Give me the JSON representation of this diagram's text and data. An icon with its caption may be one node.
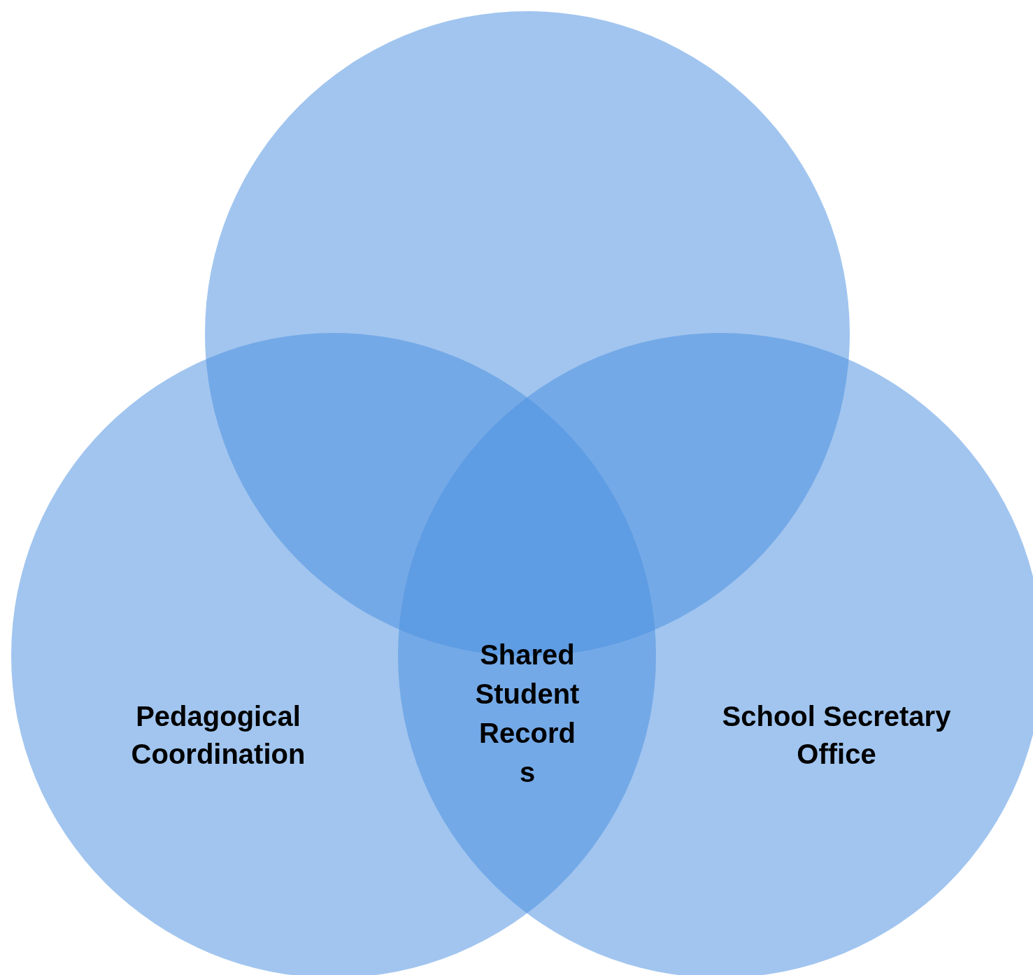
{
  "diagram": {
    "nodes": [
      {
        "text": [],
        "shape": "circle"
      },
      {
        "text": [
          "Pedagogical Coordination"
        ]
      },
      {
        "text": [
          "School Secretary Office"
        ]
      }
    ],
    "labels": [
      "Shared Student Records"
    ]
  }
}
